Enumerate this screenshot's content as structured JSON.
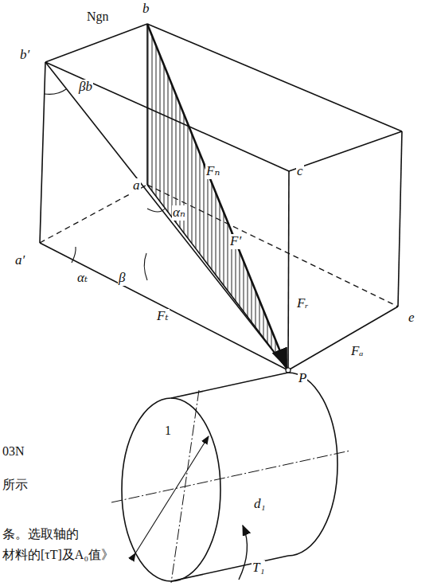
{
  "diagram": {
    "labels": [
      "Ngn",
      "b",
      "b′",
      "βb",
      "a",
      "Fₙ",
      "c",
      "αₙ",
      "F′",
      "a′",
      "αₜ",
      "β",
      "Fᵣ",
      "Fₜ",
      "e",
      "Fₐ",
      "P",
      "03N",
      "所示",
      "1",
      "d₁",
      "条。选取轴的",
      "材料的[τT]及A₀值》",
      "T₁"
    ]
  }
}
